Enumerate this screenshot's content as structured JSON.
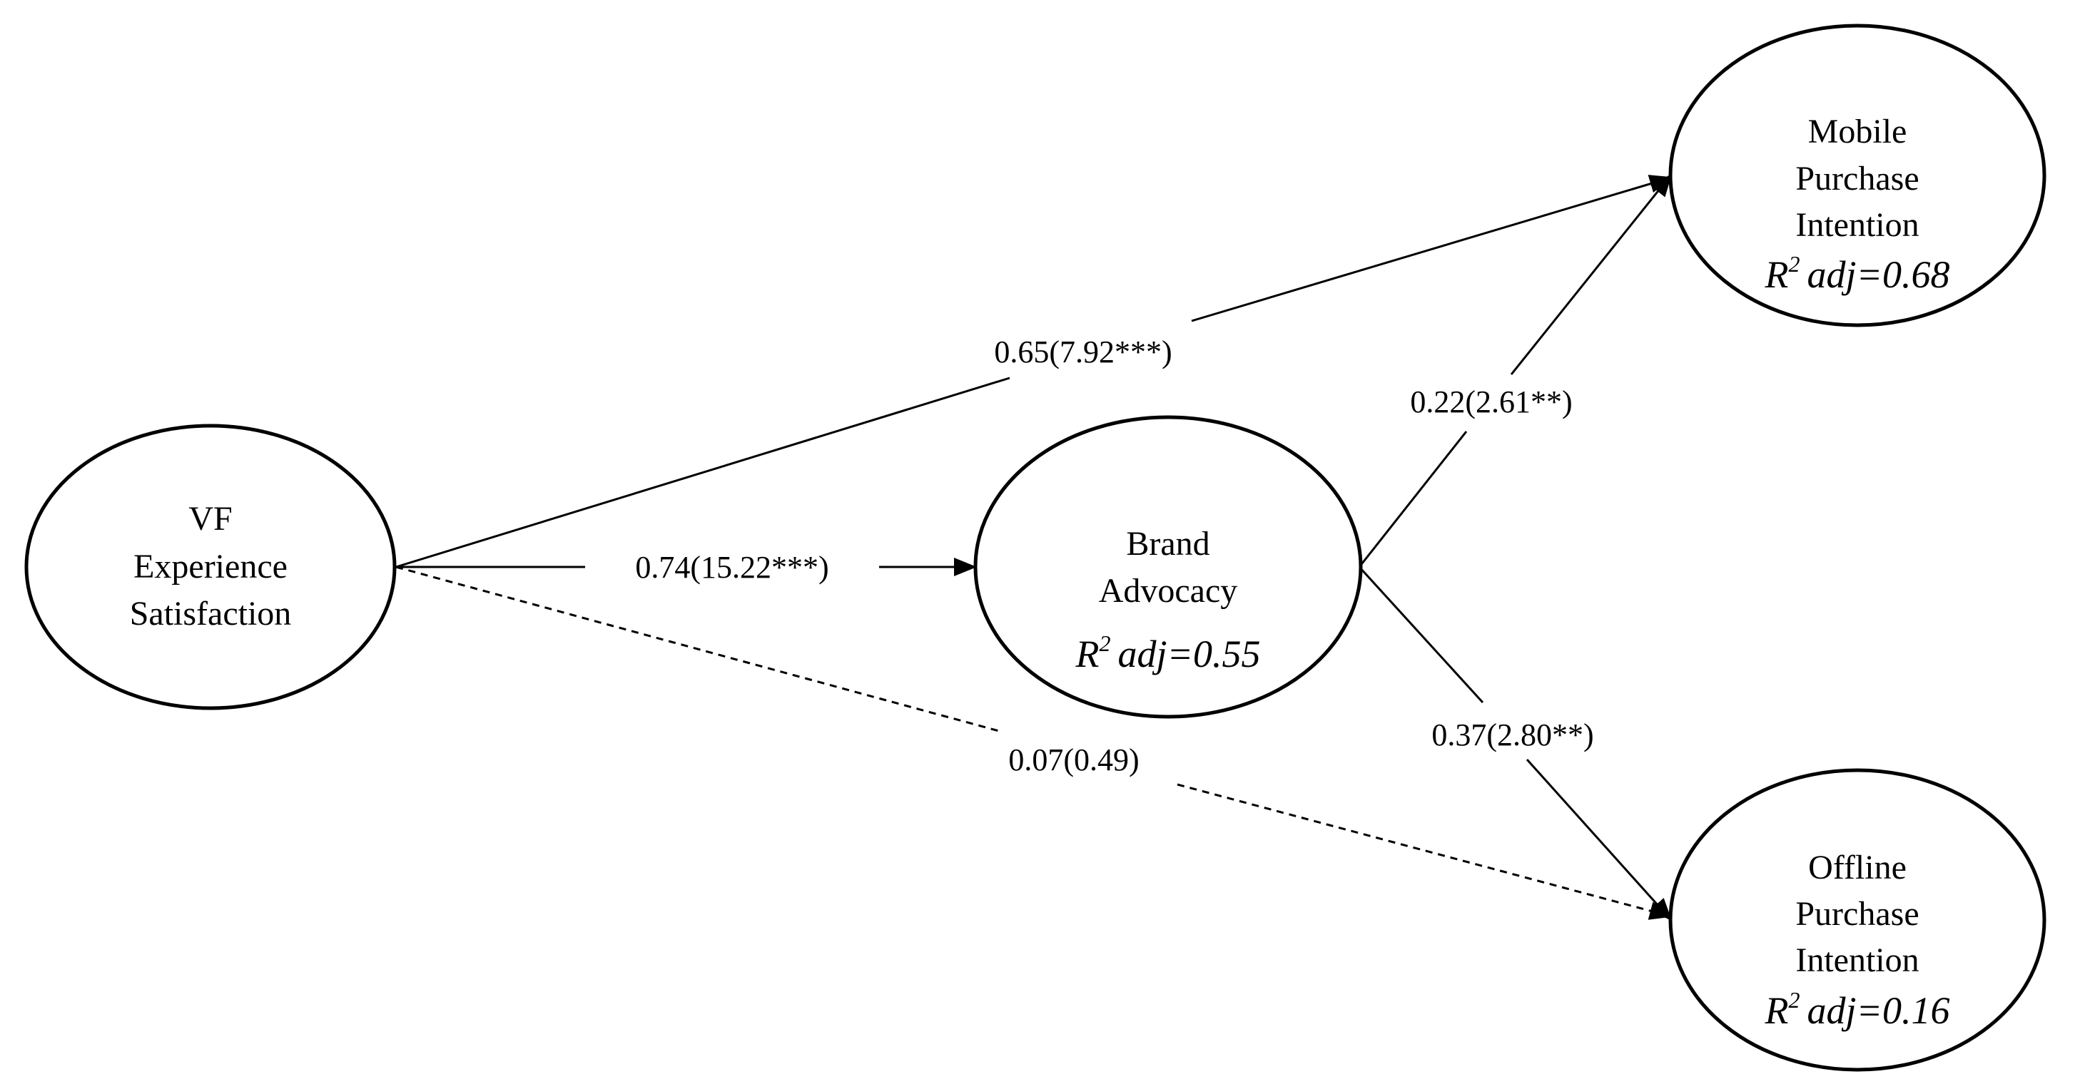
{
  "nodes": {
    "vf": {
      "lines": [
        "VF",
        "Experience",
        "Satisfaction"
      ]
    },
    "brand": {
      "lines": [
        "Brand",
        "Advocacy"
      ],
      "r2_value": "adj=0.55"
    },
    "mobile": {
      "lines": [
        "Mobile",
        "Purchase",
        "Intention"
      ],
      "r2_value": "adj=0.68"
    },
    "offline": {
      "lines": [
        "Offline",
        "Purchase",
        "Intention"
      ],
      "r2_value": "adj=0.16"
    }
  },
  "r2_symbol": "R",
  "r2_superscript": "2",
  "edges": {
    "vf_mobile": {
      "label": "0.65(7.92***)",
      "style": "solid"
    },
    "vf_brand": {
      "label": "0.74(15.22***)",
      "style": "solid"
    },
    "vf_offline": {
      "label": "0.07(0.49)",
      "style": "dashed"
    },
    "brand_mobile": {
      "label": "0.22(2.61**)",
      "style": "solid"
    },
    "brand_offline": {
      "label": "0.37(2.80**)",
      "style": "solid"
    }
  }
}
